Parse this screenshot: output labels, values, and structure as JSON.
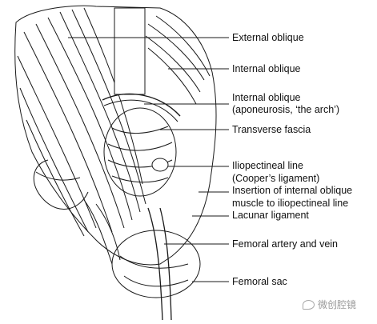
{
  "labels": {
    "external_oblique": "External oblique",
    "internal_oblique": "Internal oblique",
    "internal_oblique_aponeurosis_1": "Internal oblique",
    "internal_oblique_aponeurosis_2": "(aponeurosis, ‘the arch’)",
    "transverse_fascia": "Transverse fascia",
    "iliopectineal_line_1": "Iliopectineal line",
    "iliopectineal_line_2": "(Cooper’s ligament)",
    "insertion_1": "Insertion of internal oblique",
    "insertion_2": "muscle to iliopectineal line",
    "lacunar_ligament": "Lacunar ligament",
    "femoral_artery_vein": "Femoral artery and vein",
    "femoral_sac": "Femoral sac"
  },
  "watermark": "微创腔镜"
}
